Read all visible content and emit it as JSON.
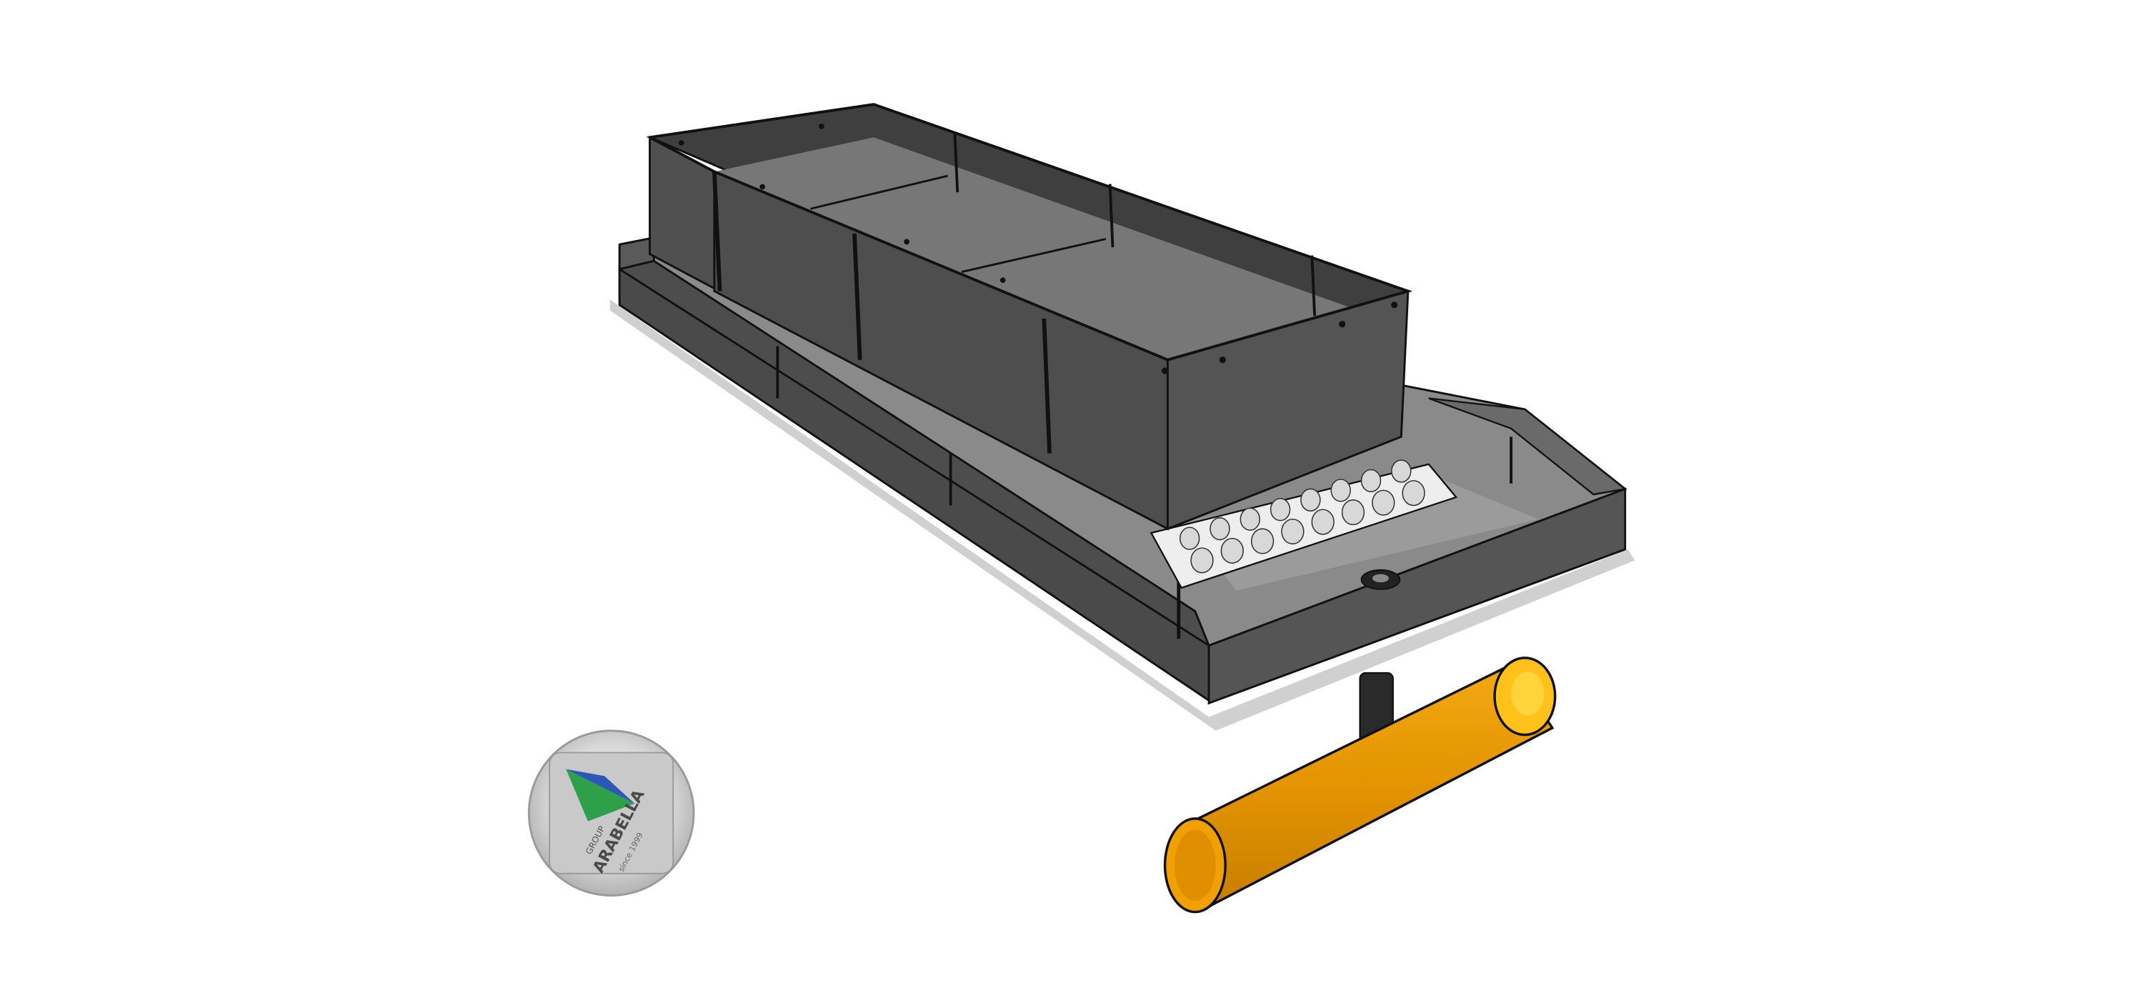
{
  "logo": {
    "brand": "ARABELLA",
    "sub": "GROUP",
    "tagline": "since 1999"
  },
  "colors": {
    "tray_dark": "#4a4a4a",
    "tray_mid": "#5c5c5c",
    "tray_light": "#7a7a7a",
    "pipe_orange": "#e39400",
    "pipe_highlight": "#ffd43a",
    "logo_green": "#2ea04a",
    "logo_blue": "#2a57b8",
    "background": "#ffffff"
  },
  "icons": {
    "logo": "arabella-group-logo",
    "tray": "modular-tray-assembly",
    "drain": "drain-outlet-icon",
    "pipe": "orange-drain-pipe"
  }
}
